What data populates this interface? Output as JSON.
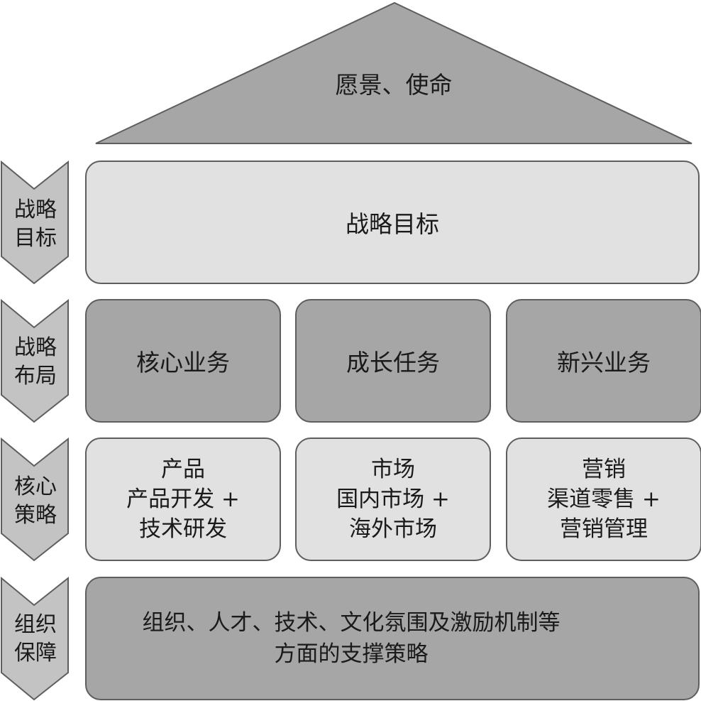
{
  "roof": {
    "title": "愿景、使命"
  },
  "rows": [
    {
      "label_line1": "战略",
      "label_line2": "目标"
    },
    {
      "label_line1": "战略",
      "label_line2": "布局"
    },
    {
      "label_line1": "核心",
      "label_line2": "策略"
    },
    {
      "label_line1": "组织",
      "label_line2": "保障"
    }
  ],
  "goal": {
    "text": "战略目标"
  },
  "layout": [
    "核心业务",
    "成长任务",
    "新兴业务"
  ],
  "strategies": [
    {
      "title": "产品",
      "line1": "产品开发 +",
      "line2": "技术研发"
    },
    {
      "title": "市场",
      "line1": "国内市场 +",
      "line2": "海外市场"
    },
    {
      "title": "营销",
      "line1": "渠道零售 +",
      "line2": "营销管理"
    }
  ],
  "support": {
    "line1": "组织、人才、技术、文化氛围及激励机制等",
    "line2": "方面的支撑策略"
  },
  "colors": {
    "light_fill": "#e1e1e1",
    "mid_fill": "#a6a6a6",
    "border": "#5e5e5e"
  }
}
